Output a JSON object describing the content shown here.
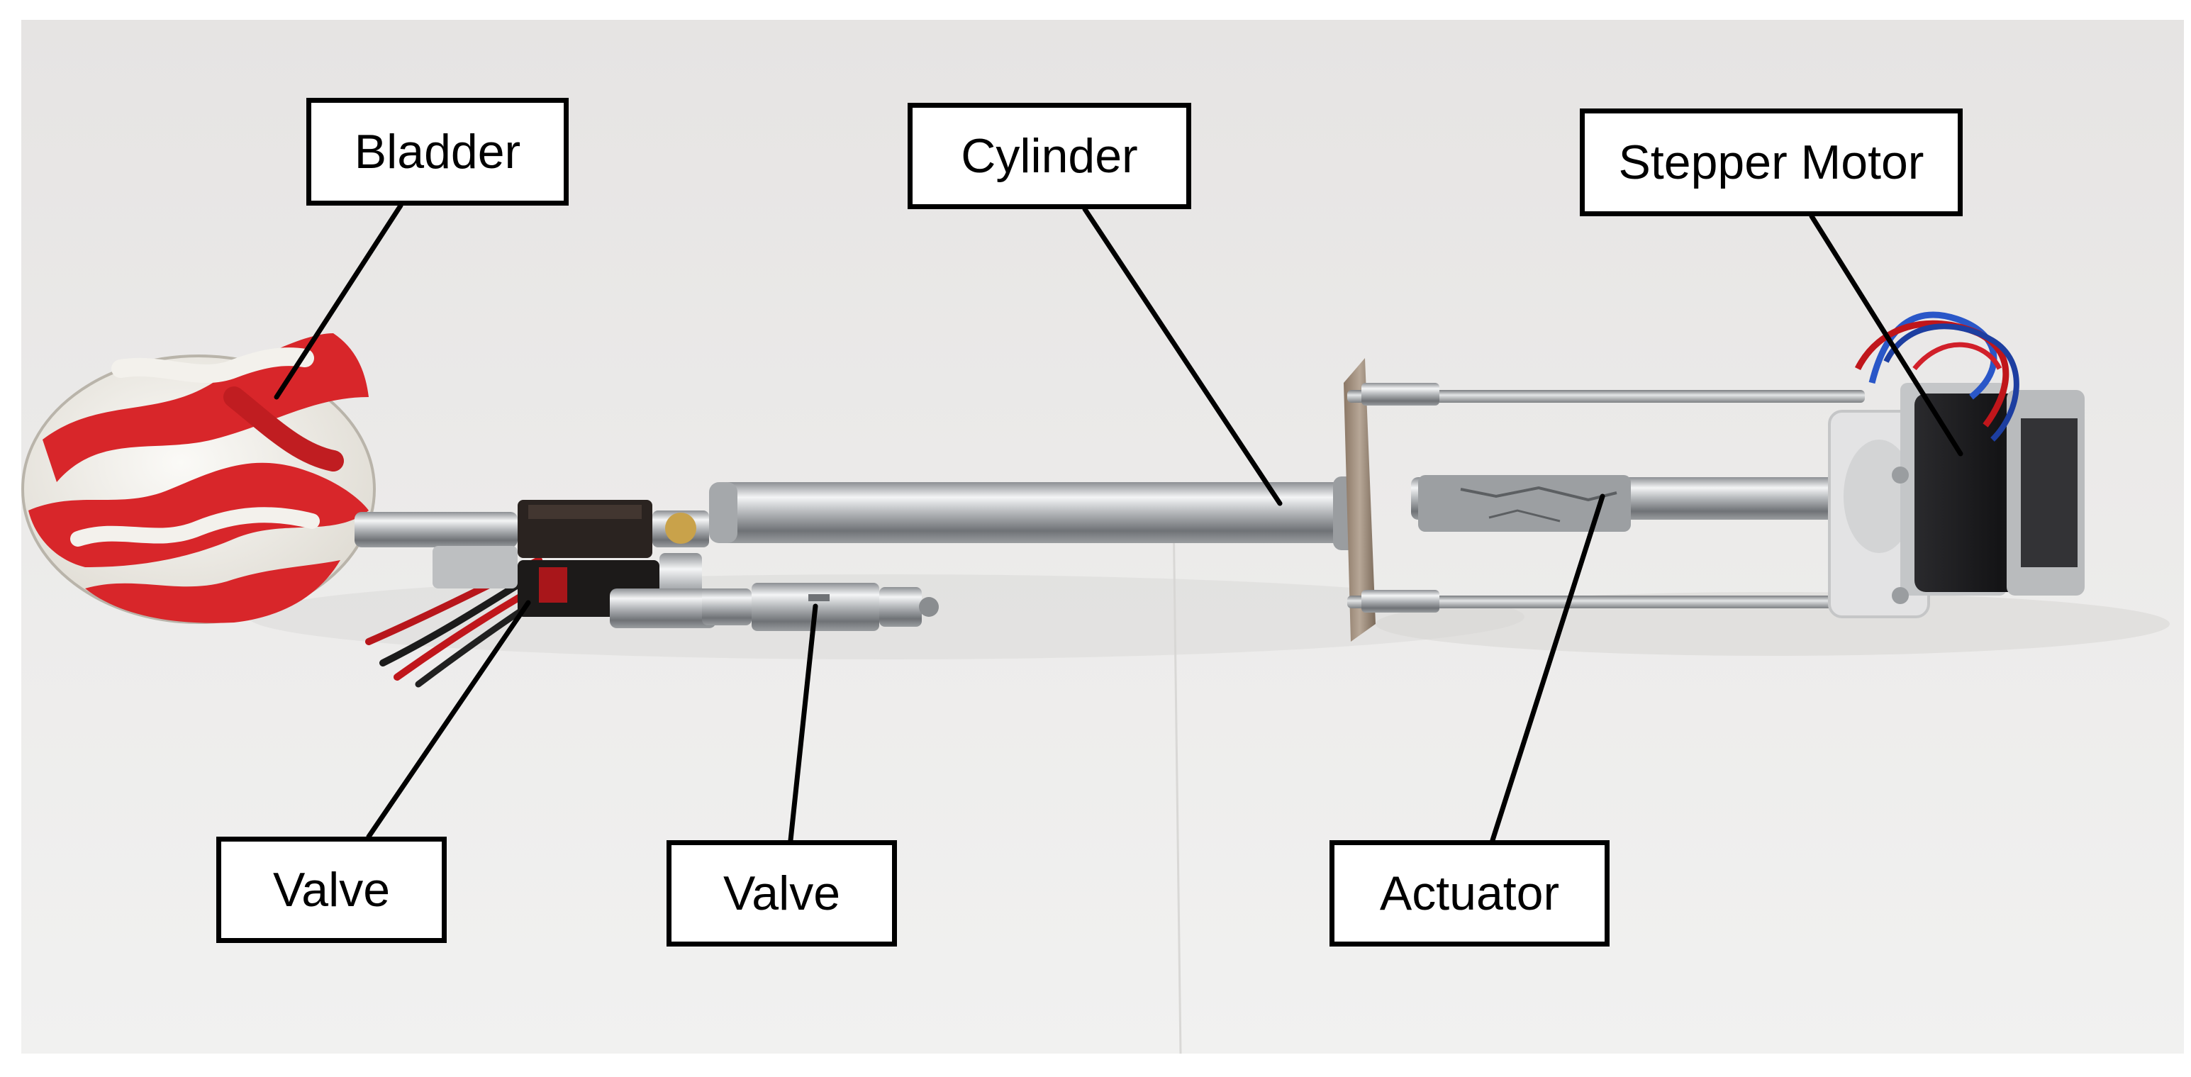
{
  "labels": {
    "bladder": "Bladder",
    "cylinder": "Cylinder",
    "stepper_motor": "Stepper Motor",
    "valve_left": "Valve",
    "valve_right": "Valve",
    "actuator": "Actuator"
  },
  "colors": {
    "background": "#e9e8e6",
    "bladder_red": "#d8262a",
    "bladder_white": "#f3f1ec",
    "steel": "#b9bcbf",
    "motor_body": "#1f1f21",
    "wire_red": "#c0161b",
    "wire_blue": "#2a57c8",
    "label_border": "#000000"
  }
}
